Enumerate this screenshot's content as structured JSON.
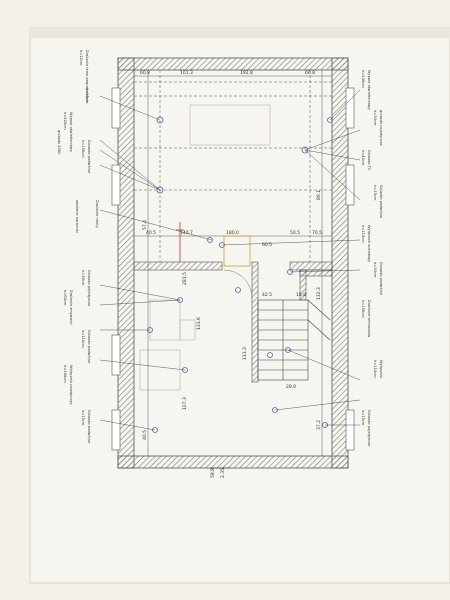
{
  "plan": {
    "dims_top_row": [
      "60.8",
      "101.3",
      "192.8",
      "60.8"
    ],
    "dims_mid_row": [
      "40.5",
      "140.7",
      "180.0",
      "60.5",
      "50.5",
      "70.5"
    ],
    "dims_left_col": [
      "57.4",
      "131.6",
      "281.5",
      "107.3",
      "40.5"
    ],
    "dims_right_col": [
      "89.1",
      "132.3",
      "37.2"
    ],
    "dims_stairs": [
      "113.3",
      "42.5",
      "28.0",
      "18.8"
    ],
    "dim_bottom_left": "58.8",
    "dim_bottom_mid": "2.35"
  },
  "notes_left": [
    "Zasilanie lamp zewnętrznych",
    "h=12cm",
    "h=15cm",
    "Wypust oświetleniowy",
    "h=220cm",
    "gniazdo 230V",
    "Gniazdo podwójne",
    "h=150cm",
    "zasilanie kuchenki",
    "Zasilanie rolety",
    "Gniazdo pojedyncze",
    "h=30cm",
    "Zasilanie zmywarki",
    "h=60cm",
    "Gniazdo podwójne",
    "h=110cm",
    "Wyłącznik pojedynczy",
    "h=100cm",
    "Gniazdo podwójne",
    "h=15cm"
  ],
  "notes_right": [
    "Wypust oświetleniowy",
    "h=230cm",
    "gniazdo pojedyncze",
    "h=30cm",
    "Gniazdo TV",
    "h=40cm",
    "Gniazdo podwójne",
    "h=15cm",
    "Wyłącznik schodowy",
    "h=110cm",
    "Gniazdo podwójne",
    "h=30cm",
    "Zasilanie termostatu",
    "h=150cm",
    "Wyłącznik",
    "h=110cm",
    "Gniazdo pojedyncze",
    "h=15cm"
  ],
  "colors": {
    "wall_hatch": "#7d7d7d",
    "line": "#3a3a3a",
    "note_text": "#2c2c2c",
    "blue_symbol": "#4a5fb0",
    "red_circuit": "#c0392b",
    "yellow_door": "#c9a227"
  }
}
